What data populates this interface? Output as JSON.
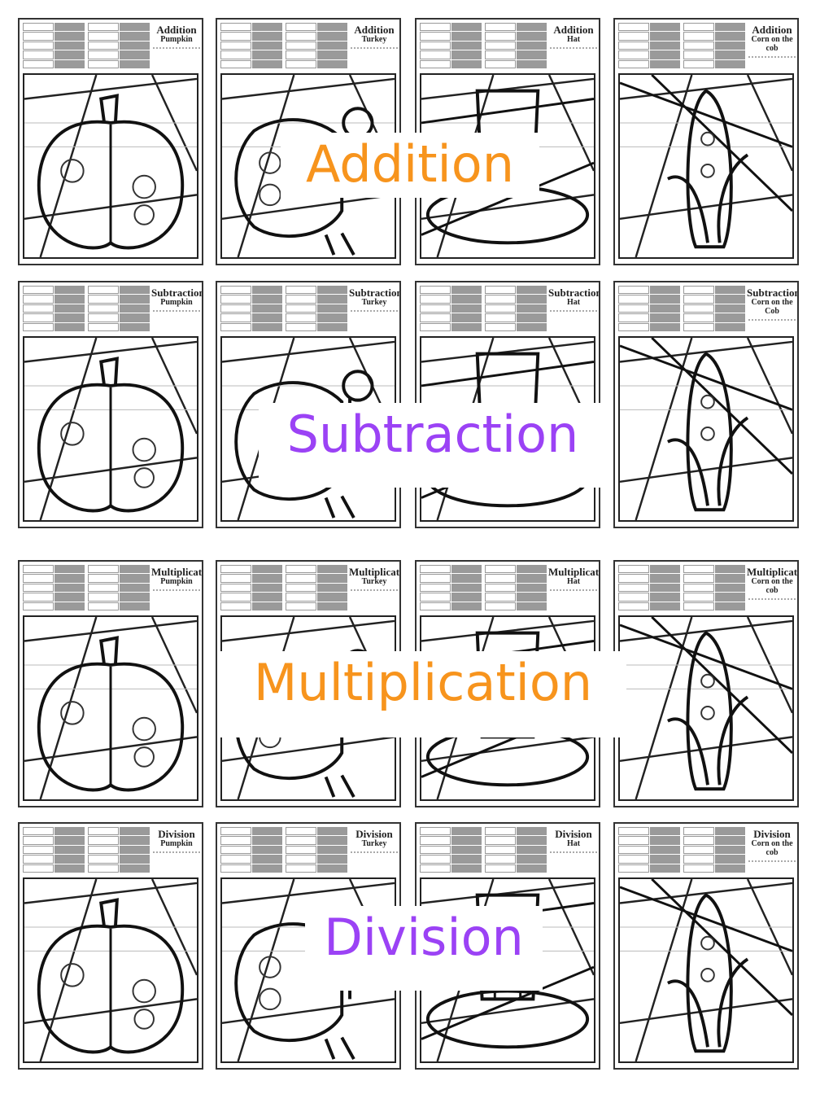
{
  "colors": {
    "orange": "#f7941d",
    "purple": "#9b42f5"
  },
  "sections": [
    {
      "label": "Addition",
      "label_color": "#f7941d",
      "sheets": [
        {
          "title": "Addition",
          "subtitle": "Pumpkin",
          "shape": "pumpkin"
        },
        {
          "title": "Addition",
          "subtitle": "Turkey",
          "shape": "turkey"
        },
        {
          "title": "Addition",
          "subtitle": "Hat",
          "shape": "hat"
        },
        {
          "title": "Addition",
          "subtitle": "Corn on the cob",
          "shape": "corn"
        }
      ]
    },
    {
      "label": "Subtraction",
      "label_color": "#9b42f5",
      "sheets": [
        {
          "title": "Subtraction",
          "subtitle": "Pumpkin",
          "shape": "pumpkin"
        },
        {
          "title": "Subtraction",
          "subtitle": "Turkey",
          "shape": "turkey"
        },
        {
          "title": "Subtraction",
          "subtitle": "Hat",
          "shape": "hat"
        },
        {
          "title": "Subtraction",
          "subtitle": "Corn on the Cob",
          "shape": "corn"
        }
      ]
    },
    {
      "label": "Multiplication",
      "label_color": "#f7941d",
      "sheets": [
        {
          "title": "Multiplication",
          "subtitle": "Pumpkin",
          "shape": "pumpkin"
        },
        {
          "title": "Multiplication",
          "subtitle": "Turkey",
          "shape": "turkey"
        },
        {
          "title": "Multiplication",
          "subtitle": "Hat",
          "shape": "hat"
        },
        {
          "title": "Multiplication",
          "subtitle": "Corn on the cob",
          "shape": "corn"
        }
      ]
    },
    {
      "label": "Division",
      "label_color": "#9b42f5",
      "sheets": [
        {
          "title": "Division",
          "subtitle": "Pumpkin",
          "shape": "pumpkin"
        },
        {
          "title": "Division",
          "subtitle": "Turkey",
          "shape": "turkey"
        },
        {
          "title": "Division",
          "subtitle": "Hat",
          "shape": "hat"
        },
        {
          "title": "Division",
          "subtitle": "Corn on the cob",
          "shape": "corn"
        }
      ]
    }
  ]
}
